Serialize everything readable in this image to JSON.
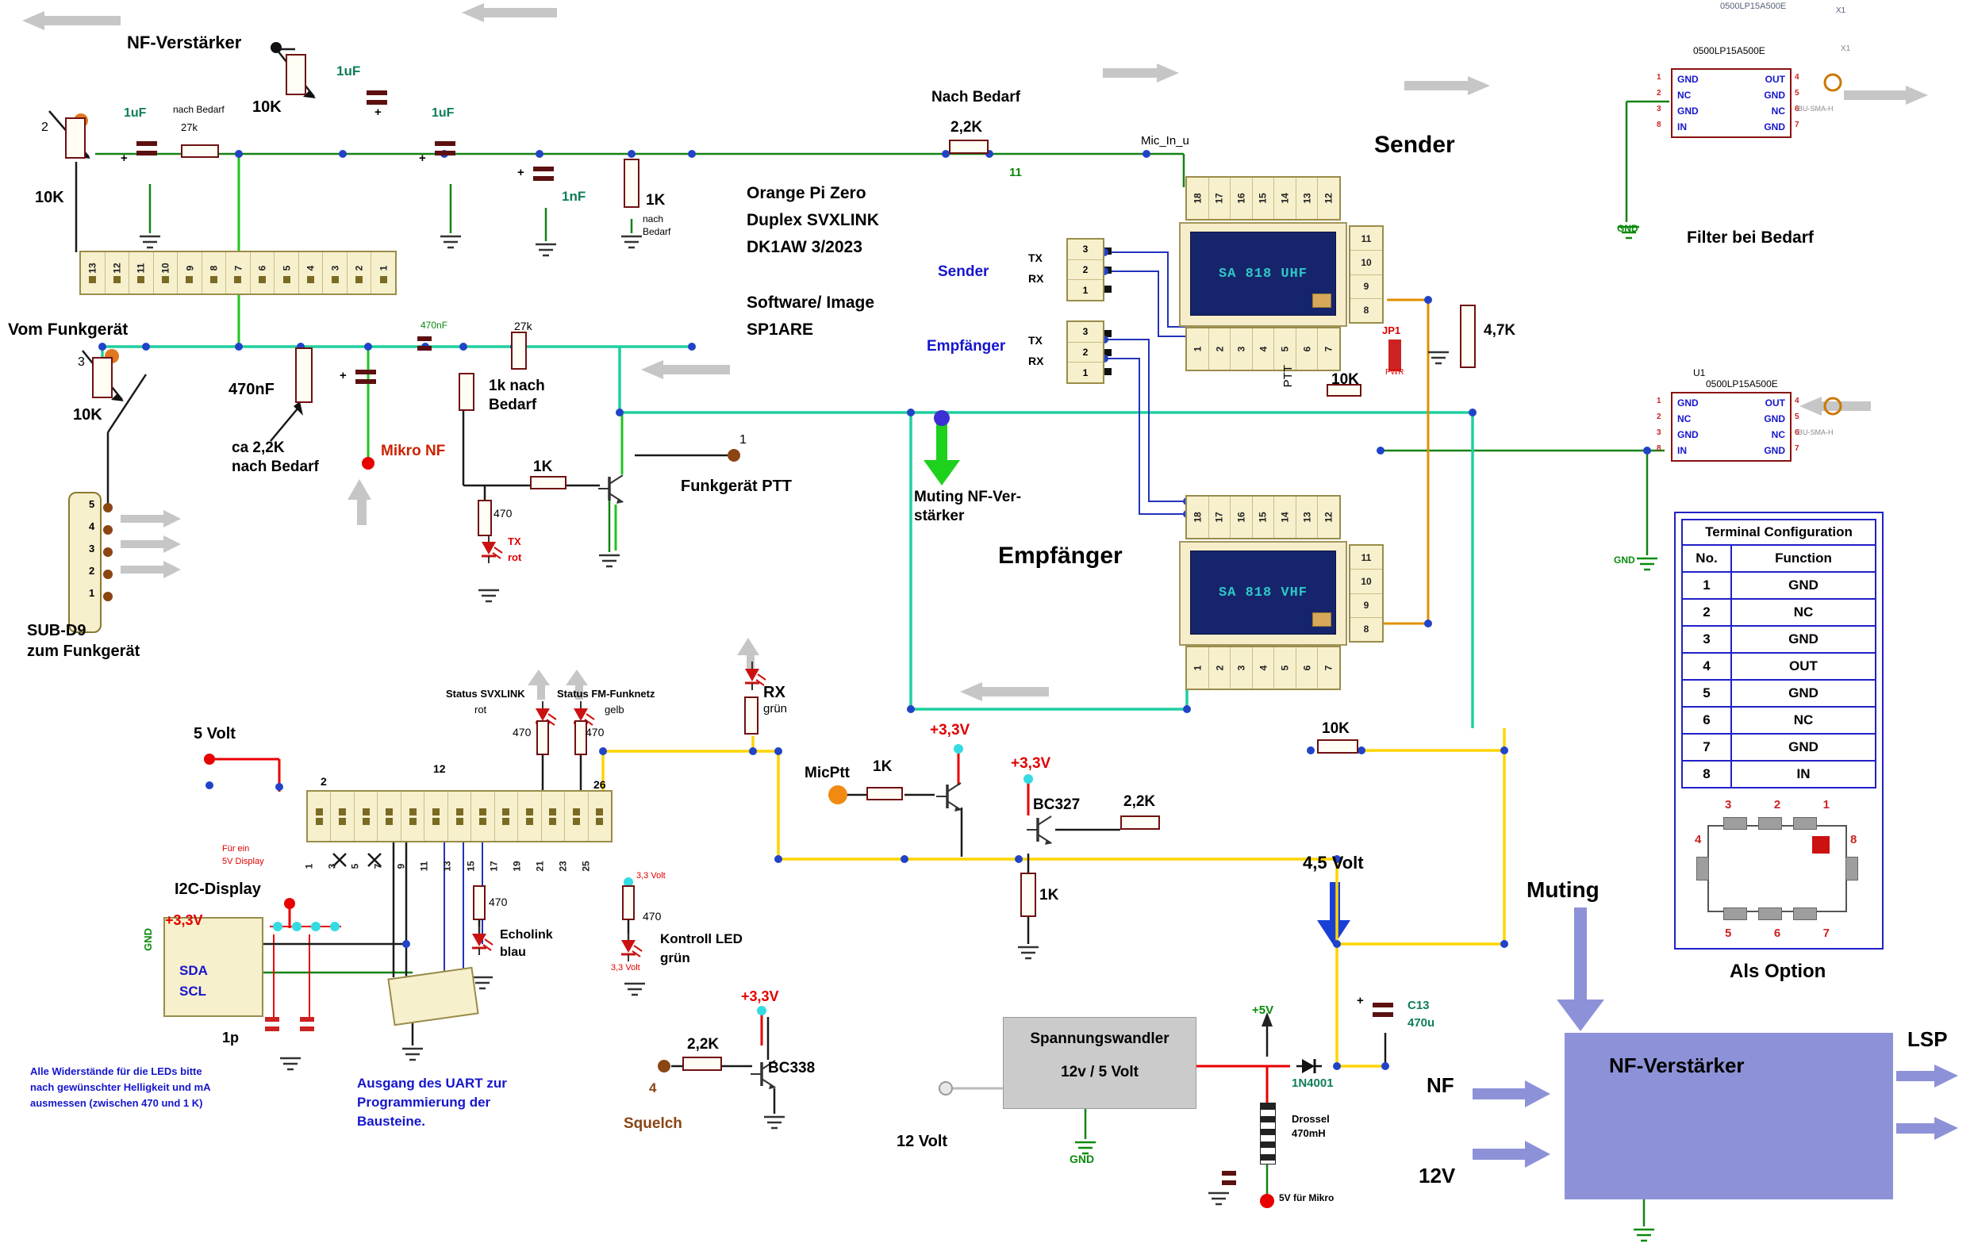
{
  "colors": {
    "wire_teal": "#1fcf9f",
    "wire_green": "#148214",
    "wire_bright_green": "#1fc41f",
    "wire_yellow": "#ffd400",
    "wire_blue": "#2233bb",
    "wire_orange": "#e09000",
    "wire_red": "#e80000",
    "amp_box": "#8d92d8",
    "junction_dot": "#2143c8",
    "board": "#f7f0cd"
  },
  "title_block": {
    "line1": "Orange Pi Zero",
    "line2": "Duplex SVXLINK",
    "line3": "DK1AW 3/2023",
    "line4": "Software/ Image",
    "line5": "SP1ARE"
  },
  "headings": {
    "sender": "Sender",
    "empfaenger": "Empfänger",
    "muting": "Muting",
    "als_option": "Als Option",
    "filter_bei_bedarf": "Filter bei Bedarf",
    "nf_verstaerker": "NF-Verstärker",
    "lsp": "LSP",
    "nf": "NF",
    "v12": "12V"
  },
  "labels": {
    "nf_verstaerker_top": "NF-Verstärker",
    "vom_funkgeraet": "Vom Funkgerät",
    "sub_d9_1": "SUB-D9",
    "sub_d9_2": "zum Funkgerät",
    "mikro_nf": "Mikro NF",
    "funkgeraet_ptt": "Funkgerät PTT",
    "muting_nf_1": "Muting NF-Ver-",
    "muting_nf_2": "stärker",
    "mic_in": "Mic_In_u",
    "nach_bedarf_bold": "Nach Bedarf",
    "nach_bedarf": "nach Bedarf",
    "nach": "nach",
    "bedarf": "Bedarf",
    "ca_2k2": "ca 2,2K",
    "k1_nach": "1k nach",
    "volt5": "5 Volt",
    "volt45": "4,5 Volt",
    "volt12": "12 Volt",
    "i2c_display": "I2C-Display",
    "fuer_ein": "Für ein",
    "display_5v": "5V Display",
    "sda": "SDA",
    "scl": "SCL",
    "gnd": "GND",
    "status_svxlink": "Status SVXLINK",
    "rot": "rot",
    "status_fm": "Status FM-Funknetz",
    "gelb": "gelb",
    "gruen": "grün",
    "blau": "blau",
    "rx": "RX",
    "tx": "TX",
    "micptt": "MicPtt",
    "bc327": "BC327",
    "bc338": "BC338",
    "p33v": "+3,3V",
    "v33": "3,3 Volt",
    "echolink": "Echolink",
    "kontroll_led": "Kontroll LED",
    "squelch": "Squelch",
    "spw_1": "Spannungswandler",
    "spw_2": "12v / 5 Volt",
    "p5v": "+5V",
    "d1n4001": "1N4001",
    "drossel": "Drossel",
    "mh470": "470mH",
    "mikro_5v": "5V für Mikro",
    "c13": "C13",
    "u470": "470u",
    "ptt": "PTT",
    "jp1": "JP1",
    "pwr": "PWR",
    "u1": "U1",
    "part_lp": "0500LP15A500E",
    "x1": "X1",
    "bu_sma": "BU-SMA-H",
    "sender_conn": "Sender",
    "empfaenger_conn": "Empfänger",
    "n1": "1",
    "n2": "2",
    "n3": "3",
    "n4": "4",
    "n11": "11"
  },
  "values": {
    "c_1uf": "1uF",
    "c_1nf": "1nF",
    "c_470nf": "470nF",
    "c_1p": "1p",
    "r_10k": "10K",
    "r_27k": "27k",
    "r_1k": "1K",
    "r_2k2": "2,2K",
    "r_4k7": "4,7K",
    "r_470": "470",
    "plus": "+"
  },
  "notes": {
    "led_note_1": "Alle Widerstände für die LEDs bitte",
    "led_note_2": "nach gewünschter Helligkeit und mA",
    "led_note_3": "ausmessen (zwischen 470 und 1 K)",
    "uart_note_1": "Ausgang des UART zur",
    "uart_note_2": "Programmierung der",
    "uart_note_3": "Bausteine."
  },
  "modules": {
    "sa818_uhf": "SA 818 UHF",
    "sa818_vhf": "SA 818 VHF"
  },
  "filter_chip": {
    "left_pins": [
      "GND",
      "NC",
      "GND",
      "IN"
    ],
    "right_pins": [
      "OUT",
      "GND",
      "NC",
      "GND"
    ],
    "left_nums": [
      "1",
      "2",
      "3",
      "8"
    ],
    "right_nums": [
      "4",
      "5",
      "6",
      "7"
    ]
  },
  "terminal_table": {
    "title": "Terminal Configuration",
    "col_no": "No.",
    "col_fn": "Function",
    "rows": [
      {
        "no": "1",
        "fn": "GND"
      },
      {
        "no": "2",
        "fn": "NC"
      },
      {
        "no": "3",
        "fn": "GND"
      },
      {
        "no": "4",
        "fn": "OUT"
      },
      {
        "no": "5",
        "fn": "GND"
      },
      {
        "no": "6",
        "fn": "NC"
      },
      {
        "no": "7",
        "fn": "GND"
      },
      {
        "no": "8",
        "fn": "IN"
      }
    ]
  },
  "package": {
    "top_nums": [
      "3",
      "2",
      "1"
    ],
    "bottom_nums": [
      "5",
      "6",
      "7"
    ],
    "left_num": "4",
    "right_num": "8"
  },
  "pins": {
    "header13": [
      "13",
      "12",
      "11",
      "10",
      "9",
      "8",
      "7",
      "6",
      "5",
      "4",
      "3",
      "2",
      "1"
    ],
    "gpio_top": [
      "2",
      "12",
      "26"
    ],
    "gpio_bottom": [
      "1",
      "3",
      "5",
      "7",
      "9",
      "11",
      "13",
      "15",
      "17",
      "19",
      "21",
      "23",
      "25"
    ],
    "sa_top": [
      "18",
      "17",
      "16",
      "15",
      "14",
      "13",
      "12"
    ],
    "sa_right": [
      "11",
      "10",
      "9",
      "8"
    ],
    "sa_bottom": [
      "1",
      "2",
      "3",
      "4",
      "5",
      "6",
      "7"
    ],
    "subd9": [
      "5",
      "4",
      "3",
      "2",
      "1"
    ],
    "conn3": [
      "3",
      "2",
      "1"
    ]
  }
}
